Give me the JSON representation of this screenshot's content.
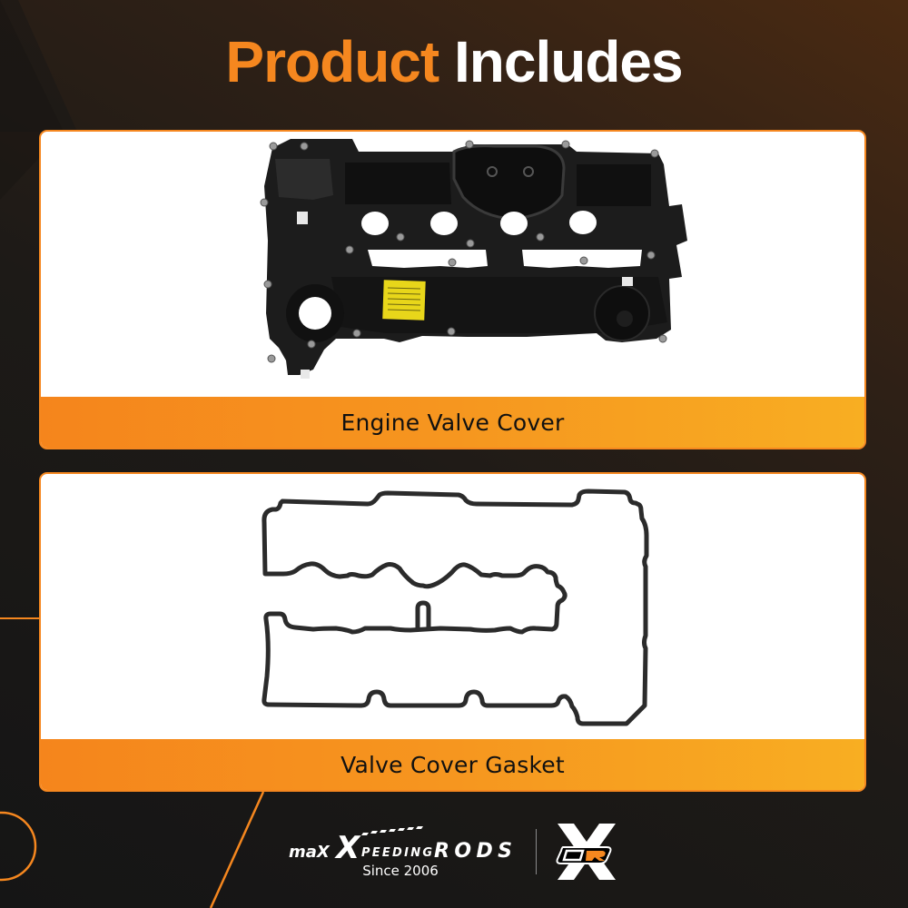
{
  "title": {
    "part1": "Product",
    "part2": "Includes"
  },
  "items": [
    {
      "label": "Engine Valve Cover",
      "image": "engine-valve-cover-photo"
    },
    {
      "label": "Valve Cover Gasket",
      "image": "valve-cover-gasket-outline"
    }
  ],
  "brand": {
    "name_left": "maX",
    "name_mid": "PEEDING",
    "name_right": "RODS",
    "since": "Since 2006",
    "badge": "OR"
  },
  "colors": {
    "accent": "#f5871f",
    "accent_light": "#f8ae22",
    "background_dark": "#151515",
    "background_brown": "#4a2a12",
    "text_dark": "#111111",
    "text_light": "#ffffff"
  }
}
